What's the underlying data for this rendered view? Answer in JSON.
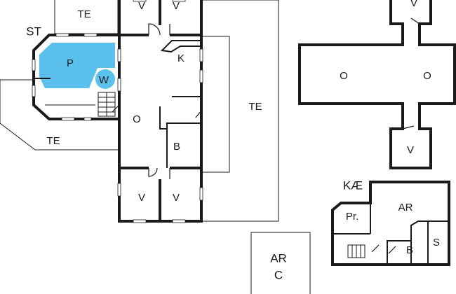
{
  "colors": {
    "wall": "#1a1a1a",
    "pool": "#5bc0eb",
    "background": "#ffffff"
  },
  "labels": {
    "te_top": "TE",
    "st": "ST",
    "v1": "V",
    "v2": "V",
    "k": "K",
    "p": "P",
    "w": "W",
    "te_right": "TE",
    "o_main": "O",
    "te_left": "TE",
    "b_main": "B",
    "v3": "V",
    "v4": "V",
    "v_cross_top": "V",
    "o_cross_left": "O",
    "o_cross_right": "O",
    "v_cross_bottom": "V",
    "kae": "KÆ",
    "ar_basement": "AR",
    "pr": "Pr.",
    "b_basement": "B",
    "s_basement": "S",
    "arc_line1": "AR",
    "arc_line2": "C"
  }
}
